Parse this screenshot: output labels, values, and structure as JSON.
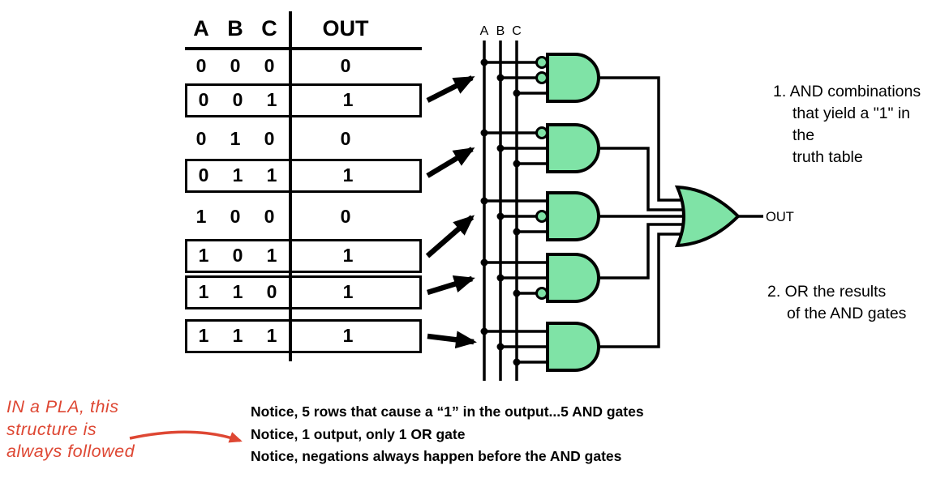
{
  "colors": {
    "gate_fill": "#7FE3A6",
    "annotation_red": "#DE4733",
    "line_black": "#000000"
  },
  "truth_table": {
    "headers": [
      "A",
      "B",
      "C",
      "OUT"
    ],
    "rows": [
      {
        "cells": [
          "0",
          "0",
          "0",
          "0"
        ],
        "boxed": false
      },
      {
        "cells": [
          "0",
          "0",
          "1",
          "1"
        ],
        "boxed": true
      },
      {
        "cells": [
          "0",
          "1",
          "0",
          "0"
        ],
        "boxed": false
      },
      {
        "cells": [
          "0",
          "1",
          "1",
          "1"
        ],
        "boxed": true
      },
      {
        "cells": [
          "1",
          "0",
          "0",
          "0"
        ],
        "boxed": false
      },
      {
        "cells": [
          "1",
          "0",
          "1",
          "1"
        ],
        "boxed": true
      },
      {
        "cells": [
          "1",
          "1",
          "0",
          "1"
        ],
        "boxed": true
      },
      {
        "cells": [
          "1",
          "1",
          "1",
          "1"
        ],
        "boxed": true
      }
    ]
  },
  "circuit": {
    "input_labels": [
      "A",
      "B",
      "C"
    ],
    "output_label": "OUT",
    "and_gate_count": 5,
    "or_gate_count": 1,
    "and_gates": [
      {
        "negated_inputs": [
          "A",
          "B"
        ]
      },
      {
        "negated_inputs": [
          "A"
        ]
      },
      {
        "negated_inputs": [
          "B"
        ]
      },
      {
        "negated_inputs": [
          "C"
        ]
      },
      {
        "negated_inputs": []
      }
    ]
  },
  "annotations": {
    "step1_lines": [
      "1. AND combinations",
      "that yield a \"1\" in the",
      "truth table"
    ],
    "step2_lines": [
      "2. OR the results",
      "of the AND gates"
    ]
  },
  "notes": {
    "lines": [
      "Notice, 5 rows that cause a “1” in the output...5 AND gates",
      "Notice, 1 output, only 1 OR gate",
      "Notice, negations always happen before the AND gates"
    ]
  },
  "handwriting": {
    "lines": [
      "IN a PLA, this",
      "structure is",
      "always followed"
    ]
  }
}
